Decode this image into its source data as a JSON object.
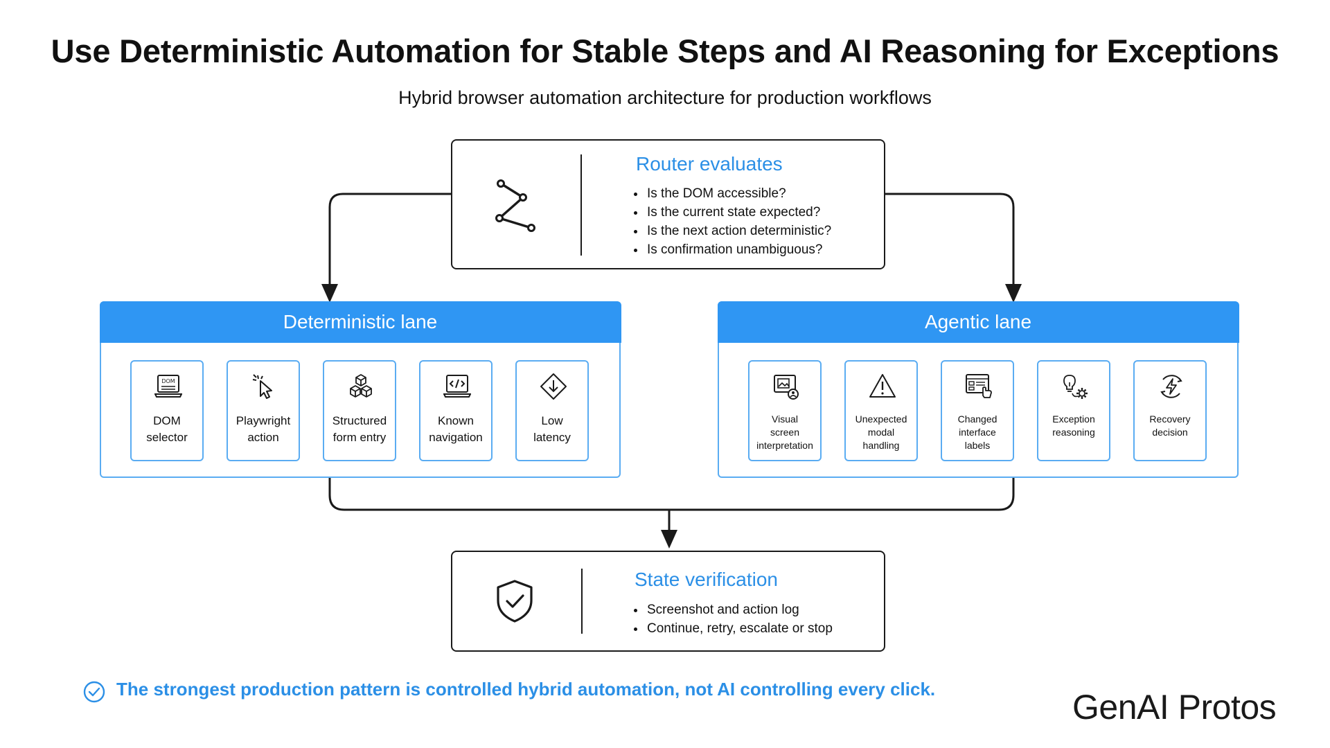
{
  "title": "Use Deterministic Automation for Stable Steps and AI Reasoning for Exceptions",
  "subtitle": "Hybrid browser automation architecture for production workflows",
  "router": {
    "heading": "Router evaluates",
    "items": [
      "Is the DOM accessible?",
      "Is the current state expected?",
      "Is the next action deterministic?",
      "Is confirmation unambiguous?"
    ]
  },
  "deterministic_lane": {
    "heading": "Deterministic lane",
    "cards": [
      {
        "line1": "DOM",
        "line2": "selector",
        "icon": "dom-laptop-icon"
      },
      {
        "line1": "Playwright",
        "line2": "action",
        "icon": "cursor-click-icon"
      },
      {
        "line1": "Structured",
        "line2": "form entry",
        "icon": "cubes-icon"
      },
      {
        "line1": "Known",
        "line2": "navigation",
        "icon": "code-laptop-icon"
      },
      {
        "line1": "Low",
        "line2": "latency",
        "icon": "down-arrow-diamond-icon"
      }
    ]
  },
  "agentic_lane": {
    "heading": "Agentic lane",
    "cards": [
      {
        "line1": "Visual",
        "line2": "screen",
        "line3": "interpretation",
        "icon": "screen-image-icon"
      },
      {
        "line1": "Unexpected",
        "line2": "modal",
        "line3": "handling",
        "icon": "warning-triangle-icon"
      },
      {
        "line1": "Changed",
        "line2": "interface",
        "line3": "labels",
        "icon": "browser-touch-icon"
      },
      {
        "line1": "Exception",
        "line2": "reasoning",
        "line3": "",
        "icon": "bulb-gear-icon"
      },
      {
        "line1": "Recovery",
        "line2": "decision",
        "line3": "",
        "icon": "recovery-bolt-icon"
      }
    ]
  },
  "verification": {
    "heading": "State verification",
    "items": [
      "Screenshot and action log",
      "Continue, retry, escalate or stop"
    ]
  },
  "footer_note": "The strongest production pattern is controlled hybrid automation, not AI controlling every click.",
  "brand": "GenAI Protos",
  "colors": {
    "accent": "#2f96f3",
    "accent_text": "#2b8fe6",
    "lane_border": "#5aacf2",
    "ink": "#1a1a1a"
  }
}
